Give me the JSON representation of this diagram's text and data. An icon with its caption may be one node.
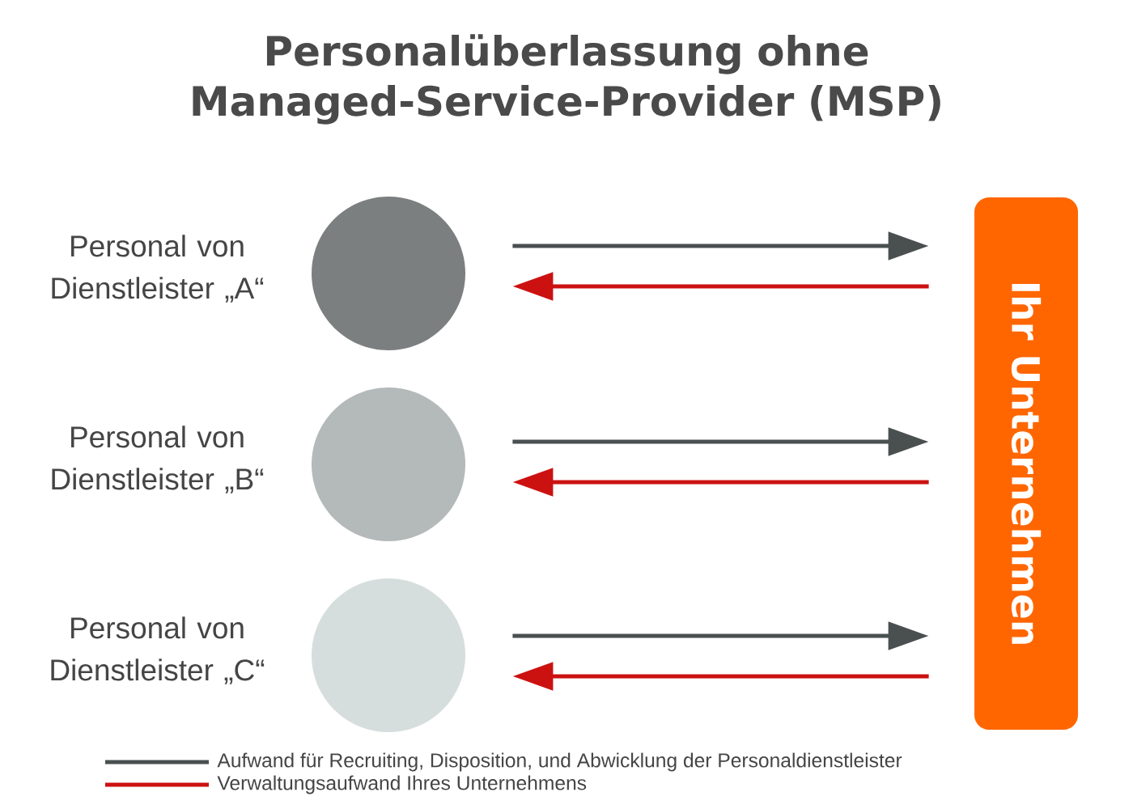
{
  "diagram": {
    "title": "Personalüberlassung ohne Managed-Service-Provider (MSP)",
    "nodes": [
      {
        "text": [],
        "shape": "circle",
        "beside": [
          "Personal von Dienstleister „A“"
        ]
      },
      {
        "text": [],
        "shape": "circle",
        "beside": [
          "Personal von Dienstleister „B“"
        ]
      },
      {
        "text": [],
        "shape": "circle",
        "beside": [
          "Personal von Dienstleister „C“"
        ]
      },
      {
        "text": [
          "Ihr Unternehmen"
        ]
      }
    ],
    "edges": [
      {
        "from": 0,
        "to": 3,
        "arrow": "to"
      },
      {
        "from": 3,
        "to": 0,
        "arrow": "to",
        "color": "#cc1111"
      },
      {
        "from": 1,
        "to": 3,
        "arrow": "to"
      },
      {
        "from": 3,
        "to": 1,
        "arrow": "to",
        "color": "#cc1111"
      },
      {
        "from": 2,
        "to": 3,
        "arrow": "to"
      },
      {
        "from": 3,
        "to": 2,
        "arrow": "to",
        "color": "#cc1111"
      }
    ],
    "legend": [
      {
        "text": "Aufwand für Recruiting, Disposition, und Abwicklung der Personaldienstleister"
      },
      {
        "text": "Verwaltungsaufwand Ihres Unternehmens"
      }
    ]
  }
}
